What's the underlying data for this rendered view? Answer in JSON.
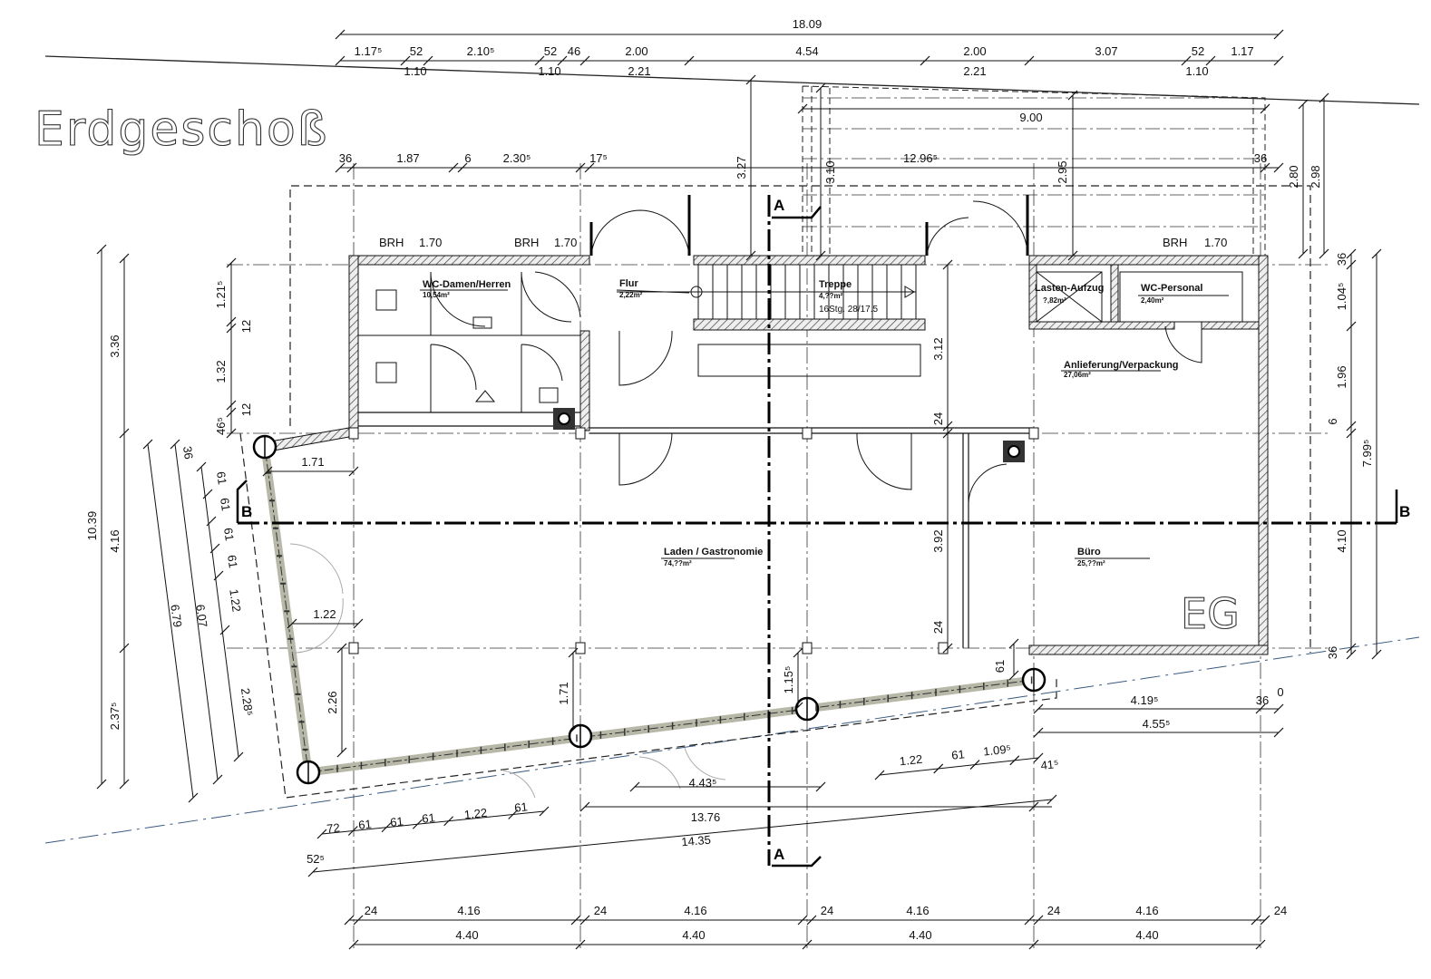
{
  "title": "Erdgeschoß",
  "floor_tag": "EG",
  "section_labels": {
    "a": "A",
    "b": "B"
  },
  "rooms": [
    {
      "name": "WC-Damen/Herren",
      "area": "10,54m²"
    },
    {
      "name": "Flur",
      "area": "2,22m²"
    },
    {
      "name": "Treppe",
      "area": "4,??m²",
      "note": "16Stg. 28/17.5"
    },
    {
      "name": "Lasten-Aufzug",
      "area": "?,82m²"
    },
    {
      "name": "WC-Personal",
      "area": "2,40m²"
    },
    {
      "name": "Anlieferung/Verpackung",
      "area": "27,06m²"
    },
    {
      "name": "Laden / Gastronomie",
      "area": "74,??m²"
    },
    {
      "name": "Büro",
      "area": "25,??m²"
    }
  ],
  "window_labels": {
    "brh": "BRH",
    "w1": "1.70",
    "w2": "1.70",
    "w3": "1.70"
  },
  "dims": {
    "top_overall": "18.09",
    "top_row": [
      "1.17⁵",
      "52",
      "2.10⁵",
      "52",
      "46",
      "2.00",
      "4.54",
      "2.00",
      "3.07",
      "52",
      "1.17"
    ],
    "top_row_sub": [
      "1.10",
      "1.10",
      "2.21",
      "2.21",
      "1.10"
    ],
    "upper_width": "9.00",
    "second_row": [
      "36",
      "1.87",
      "6",
      "2.30⁵",
      "17⁵",
      "12.96⁵",
      "36"
    ],
    "top_heights": [
      "3.27",
      "3.10",
      "2.95",
      "2.80",
      "2.98"
    ],
    "left_overall": "10.39",
    "left_row": [
      "3.36",
      "4.16",
      "2.37⁵"
    ],
    "left_detail": [
      "1.21⁵",
      "12",
      "1.32",
      "12",
      "46⁵"
    ],
    "left_slanted": [
      "6.79",
      "6.07",
      "36"
    ],
    "left_slanted_chain": [
      "61",
      "61",
      "61",
      "61",
      "1.22",
      "2.28⁵"
    ],
    "inner": [
      "1.71",
      "1.22",
      "2.26",
      "1.71",
      "1.15⁵",
      "61",
      "3.12",
      "24",
      "3.92",
      "24"
    ],
    "right_row": [
      "36",
      "1.04⁵",
      "1.96",
      "6",
      "4.10",
      "36"
    ],
    "right_overall": "7.99⁵",
    "right_bottom": [
      "4.19⁵",
      "36",
      "0",
      "4.55⁵"
    ],
    "front_chain": [
      "1.22",
      "61",
      "1.09⁵",
      "41⁵"
    ],
    "front_inner": [
      "4.43⁵",
      "13.76",
      "14.35",
      "52⁵"
    ],
    "front_left_chain": [
      "72",
      "61",
      "61",
      "61",
      "1.22",
      "61"
    ],
    "bottom_row": [
      "24",
      "4.16",
      "24",
      "4.16",
      "24",
      "4.16",
      "24",
      "4.16",
      "24"
    ],
    "bottom_axes": [
      "4.40",
      "4.40",
      "4.40",
      "4.40"
    ]
  },
  "colors": {
    "line": "#111111",
    "hatch": "#555555",
    "facade": "#b8b8a8"
  }
}
